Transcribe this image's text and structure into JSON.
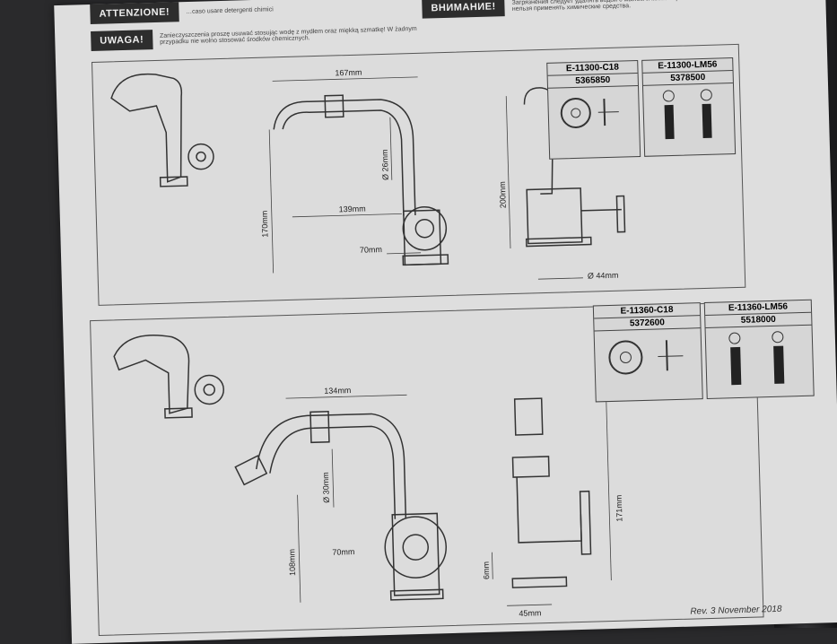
{
  "header": {
    "it_tag": "ATTENZIONE!",
    "it_text": "…caso usare detergenti chimici",
    "pl_tag": "UWAGA!",
    "pl_text": "Zanieczyszczenia proszę usuwać stosując wodę z mydłem oraz miękką szmatkę! W żadnym przypadku nie wolno stosować środków chemicznych.",
    "ru_tag": "ВНИМАНИЕ!",
    "ru_text": "Загрязнения следует удалять водой с мылом и мягкой тряпочкой! Ни в коем случае нельзя применять химические средства."
  },
  "panel1": {
    "dims": {
      "width": "167mm",
      "diameter": "Ø 26mm",
      "spout": "139mm",
      "height_left": "170mm",
      "height_side": "200mm",
      "handle": "70mm",
      "base": "Ø 44mm"
    },
    "handles": [
      {
        "code": "E-11300-C18",
        "number": "5365850"
      },
      {
        "code": "E-11300-LM56",
        "number": "5378500"
      }
    ]
  },
  "panel2": {
    "dims": {
      "width": "134mm",
      "diameter": "Ø 30mm",
      "handle": "70mm",
      "height_left": "108mm",
      "height_side": "171mm",
      "base_h": "6mm",
      "base": "45mm"
    },
    "handles": [
      {
        "code": "E-11360-C18",
        "number": "5372600"
      },
      {
        "code": "E-11360-LM56",
        "number": "5518000"
      }
    ]
  },
  "footer": {
    "revision": "Rev. 3 November 2018"
  }
}
